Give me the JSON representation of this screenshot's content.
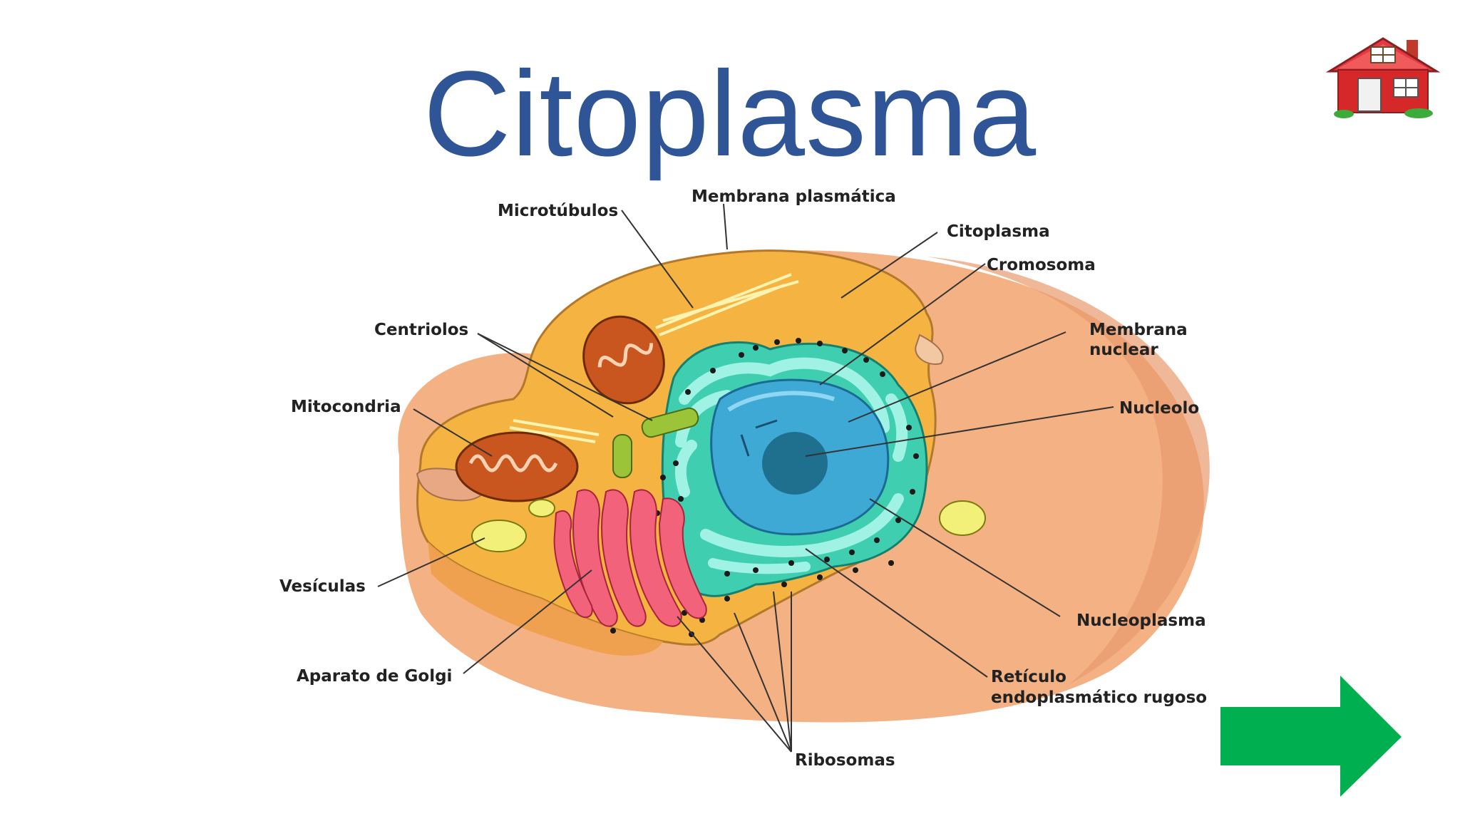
{
  "slide": {
    "title": "Citoplasma"
  },
  "navigation": {
    "home_icon": "house-icon",
    "next_icon": "arrow-right-icon"
  },
  "diagram": {
    "labels": {
      "microtubulos": "Microtúbulos",
      "membrana_plasmatica": "Membrana plasmática",
      "citoplasma": "Citoplasma",
      "cromosoma": "Cromosoma",
      "centriolos": "Centriolos",
      "membrana_nuclear_1": "Membrana",
      "membrana_nuclear_2": "nuclear",
      "mitocondria": "Mitocondria",
      "nucleolo": "Nucleolo",
      "vesiculas": "Vesículas",
      "nucleoplasma": "Nucleoplasma",
      "aparato_golgi": "Aparato de Golgi",
      "reticulo_1": "Retículo",
      "reticulo_2": "endoplasmático rugoso",
      "ribosomas": "Ribosomas"
    }
  },
  "colors": {
    "title": "#2f5597",
    "cell_outer": "#f4b183",
    "cytoplasm": "#f5b342",
    "reticulum": "#7fd6cf",
    "nucleus": "#3fa9d6",
    "nucleolus": "#1f6f8f",
    "golgi": "#f2627a",
    "mitochondria": "#c8561e",
    "vesicle": "#f3f07a",
    "arrow": "#00b050",
    "house": "#d62828"
  }
}
